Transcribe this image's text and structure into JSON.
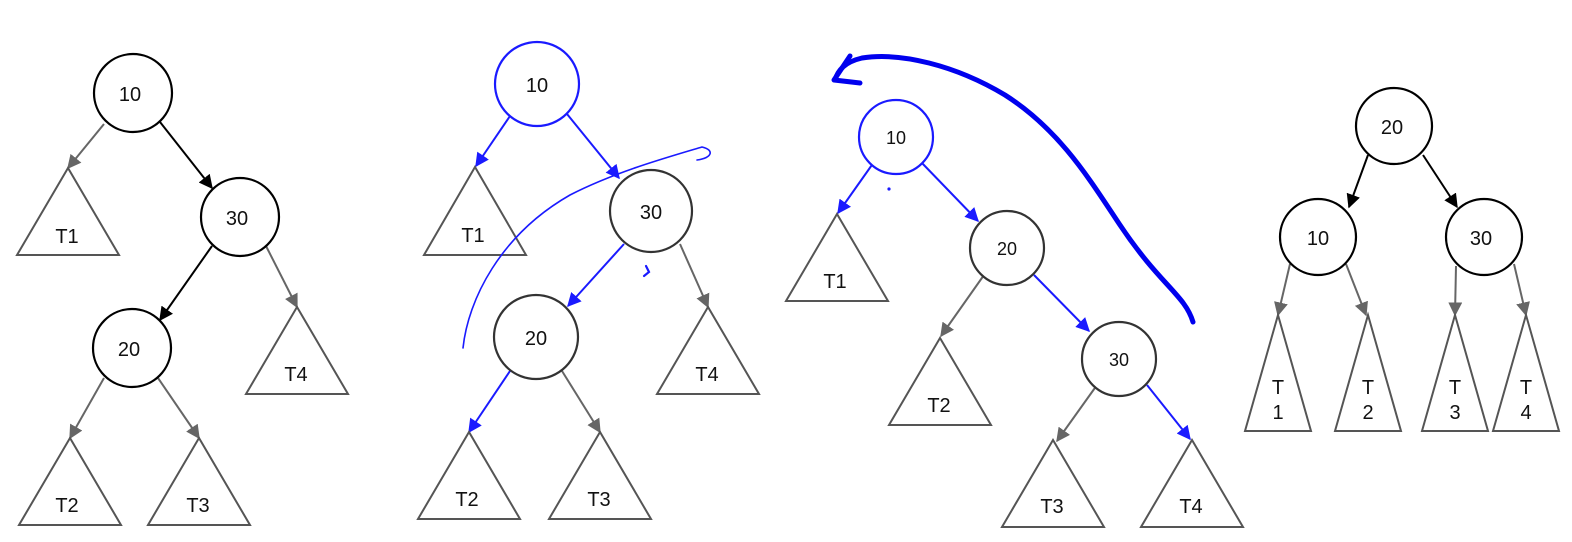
{
  "colors": {
    "black": "#000000",
    "gray": "#666666",
    "blue": "#1a1aff",
    "blue_ink": "#0000ee",
    "node_gray": "#333333"
  },
  "diagrams": [
    {
      "id": "tree-initial",
      "nodes": [
        {
          "id": "n10",
          "label": "10"
        },
        {
          "id": "n30",
          "label": "30"
        },
        {
          "id": "n20",
          "label": "20"
        }
      ],
      "subtrees": [
        {
          "id": "t1",
          "label": "T1"
        },
        {
          "id": "t4",
          "label": "T4"
        },
        {
          "id": "t2",
          "label": "T2"
        },
        {
          "id": "t3",
          "label": "T3"
        }
      ]
    },
    {
      "id": "tree-rotate-right",
      "nodes": [
        {
          "id": "n10",
          "label": "10"
        },
        {
          "id": "n30",
          "label": "30"
        },
        {
          "id": "n20",
          "label": "20"
        }
      ],
      "subtrees": [
        {
          "id": "t1",
          "label": "T1"
        },
        {
          "id": "t4",
          "label": "T4"
        },
        {
          "id": "t2",
          "label": "T2"
        },
        {
          "id": "t3",
          "label": "T3"
        }
      ]
    },
    {
      "id": "tree-rotate-left",
      "nodes": [
        {
          "id": "n10",
          "label": "10"
        },
        {
          "id": "n20",
          "label": "20"
        },
        {
          "id": "n30",
          "label": "30"
        }
      ],
      "subtrees": [
        {
          "id": "t1",
          "label": "T1"
        },
        {
          "id": "t2",
          "label": "T2"
        },
        {
          "id": "t3",
          "label": "T3"
        },
        {
          "id": "t4",
          "label": "T4"
        }
      ]
    },
    {
      "id": "tree-balanced",
      "nodes": [
        {
          "id": "n20",
          "label": "20"
        },
        {
          "id": "n10",
          "label": "10"
        },
        {
          "id": "n30",
          "label": "30"
        }
      ],
      "subtrees": [
        {
          "id": "t1",
          "label_line1": "T",
          "label_line2": "1"
        },
        {
          "id": "t2",
          "label_line1": "T",
          "label_line2": "2"
        },
        {
          "id": "t3",
          "label_line1": "T",
          "label_line2": "3"
        },
        {
          "id": "t4",
          "label_line1": "T",
          "label_line2": "4"
        }
      ]
    }
  ]
}
